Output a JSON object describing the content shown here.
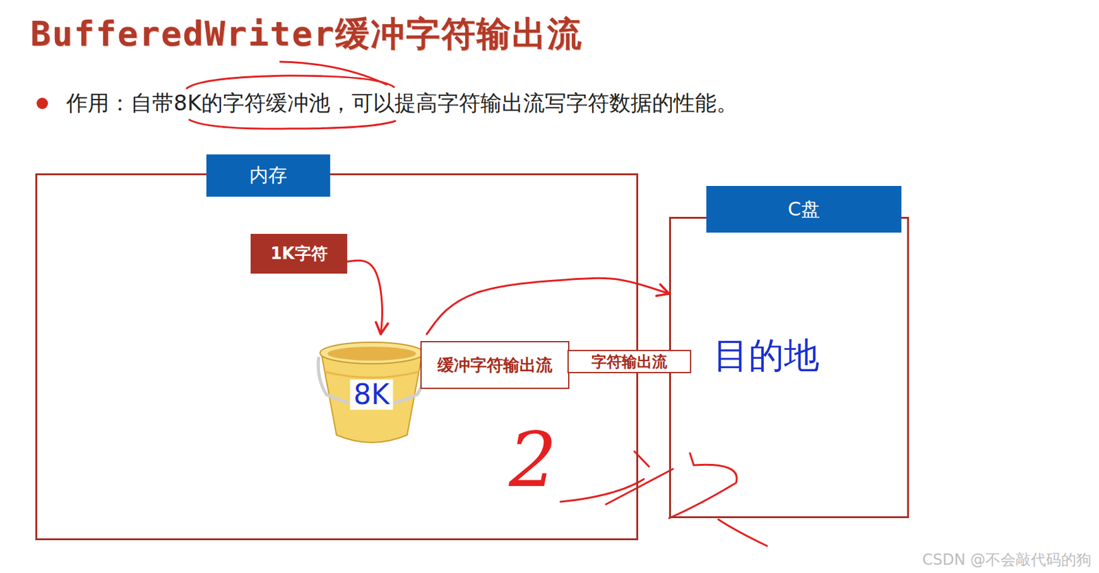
{
  "diagram": {
    "title": "BufferedWriter缓冲字符输出流",
    "nodes": [
      {
        "text": [
          "内存"
        ]
      },
      {
        "text": [
          "1K字符"
        ],
        "in": 0
      },
      {
        "text": [
          "8K"
        ],
        "in": 0
      },
      {
        "text": [
          "缓冲字符输出流"
        ],
        "in": 0
      },
      {
        "text": [
          "字符输出流"
        ]
      },
      {
        "text": [
          "C盘"
        ]
      }
    ],
    "edges": [
      {
        "from": 1,
        "to": 2,
        "arrow": "to"
      },
      {
        "from": 2,
        "to": 5,
        "arrow": "to"
      }
    ],
    "labels": [
      "作用：自带8K的字符缓冲池，可以提高字符输出流写字符数据的性能。",
      "目的地",
      "2",
      "CSDN @不会敲代码的狗"
    ]
  }
}
